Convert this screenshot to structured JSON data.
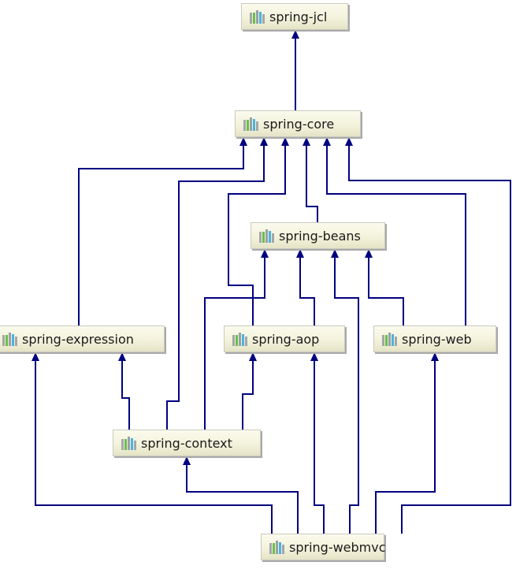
{
  "diagram": {
    "title": "Spring module dependency graph",
    "edge_color": "#000080",
    "icon_name": "module-icon",
    "nodes": [
      {
        "id": "spring-jcl",
        "label": "spring-jcl"
      },
      {
        "id": "spring-core",
        "label": "spring-core"
      },
      {
        "id": "spring-beans",
        "label": "spring-beans"
      },
      {
        "id": "spring-expression",
        "label": "spring-expression"
      },
      {
        "id": "spring-aop",
        "label": "spring-aop"
      },
      {
        "id": "spring-web",
        "label": "spring-web"
      },
      {
        "id": "spring-context",
        "label": "spring-context"
      },
      {
        "id": "spring-webmvc",
        "label": "spring-webmvc"
      }
    ],
    "edges": [
      {
        "from": "spring-core",
        "to": "spring-jcl"
      },
      {
        "from": "spring-expression",
        "to": "spring-core"
      },
      {
        "from": "spring-context",
        "to": "spring-core"
      },
      {
        "from": "spring-aop",
        "to": "spring-core"
      },
      {
        "from": "spring-beans",
        "to": "spring-core"
      },
      {
        "from": "spring-web",
        "to": "spring-core"
      },
      {
        "from": "spring-webmvc",
        "to": "spring-core"
      },
      {
        "from": "spring-context",
        "to": "spring-beans"
      },
      {
        "from": "spring-aop",
        "to": "spring-beans"
      },
      {
        "from": "spring-webmvc",
        "to": "spring-beans"
      },
      {
        "from": "spring-web",
        "to": "spring-beans"
      },
      {
        "from": "spring-context",
        "to": "spring-expression"
      },
      {
        "from": "spring-context",
        "to": "spring-aop"
      },
      {
        "from": "spring-webmvc",
        "to": "spring-expression"
      },
      {
        "from": "spring-webmvc",
        "to": "spring-context"
      },
      {
        "from": "spring-webmvc",
        "to": "spring-aop"
      },
      {
        "from": "spring-webmvc",
        "to": "spring-web"
      }
    ]
  }
}
